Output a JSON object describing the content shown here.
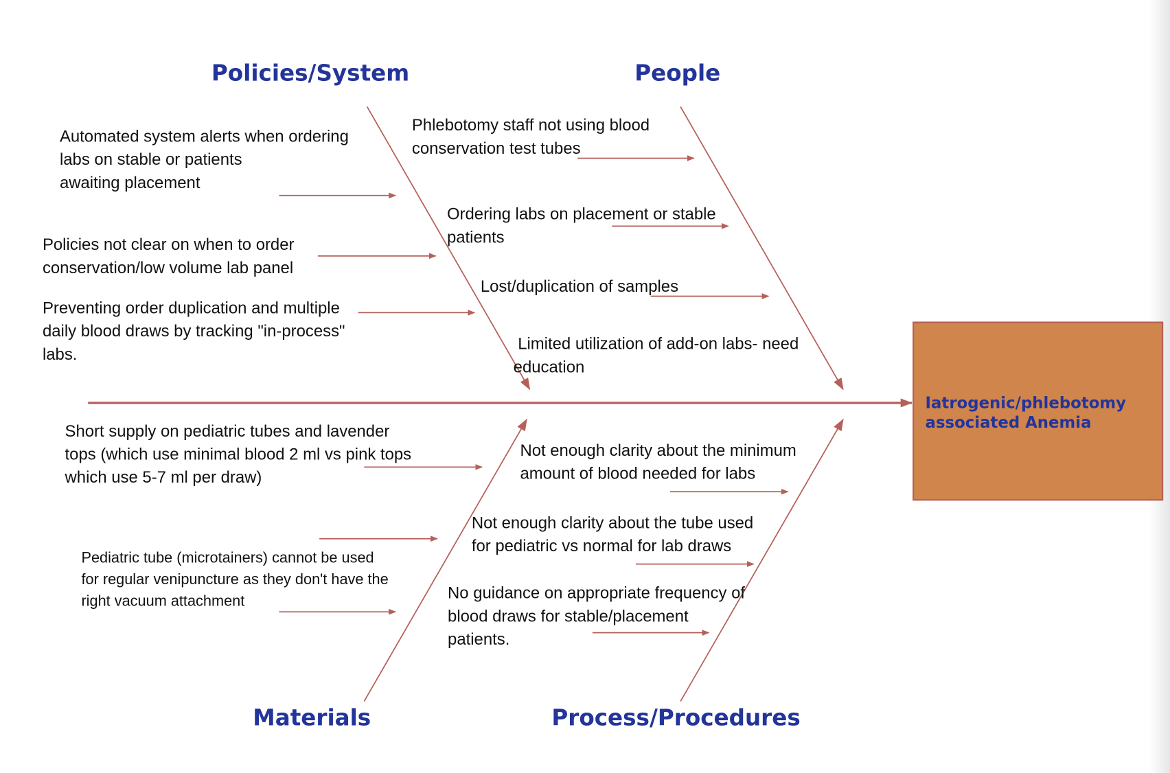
{
  "effect": {
    "lines": [
      "Iatrogenic/phlebotomy",
      "associated Anemia"
    ],
    "fill_color": "#d0854c",
    "border_color": "#b5605a"
  },
  "categories": {
    "policies": {
      "title": "Policies/System",
      "causes": [
        [
          "Automated system alerts when ordering",
          "labs on stable or patients",
          "awaiting placement"
        ],
        [
          "Policies not clear on when to order",
          "conservation/low volume lab panel"
        ],
        [
          "Preventing order duplication and multiple",
          "daily blood draws by tracking \"in-process\"",
          "labs."
        ]
      ]
    },
    "people": {
      "title": "People",
      "causes": [
        [
          "Phlebotomy staff not using blood",
          "conservation test tubes"
        ],
        [
          "Ordering labs on placement or stable",
          "patients"
        ],
        [
          "Lost/duplication of samples"
        ],
        [
          "Limited utilization of add-on labs- need",
          "education"
        ]
      ]
    },
    "materials": {
      "title": "Materials",
      "causes": [
        [
          "Short supply on pediatric tubes and lavender",
          "tops (which use minimal blood 2 ml vs pink tops",
          "which use 5-7 ml per draw)"
        ],
        [
          "Pediatric tube (microtainers) cannot be used",
          "for regular venipuncture as they don't have the",
          "right vacuum attachment"
        ]
      ]
    },
    "process": {
      "title": "Process/Procedures",
      "causes": [
        [
          "Not enough clarity about the minimum",
          "amount of blood needed for labs"
        ],
        [
          "Not enough clarity about the tube used",
          "for pediatric vs normal for lab draws"
        ],
        [
          "No guidance on appropriate frequency of",
          "blood draws for stable/placement",
          "patients."
        ]
      ]
    }
  },
  "line_color": "#b5605a",
  "title_color": "#23349a"
}
